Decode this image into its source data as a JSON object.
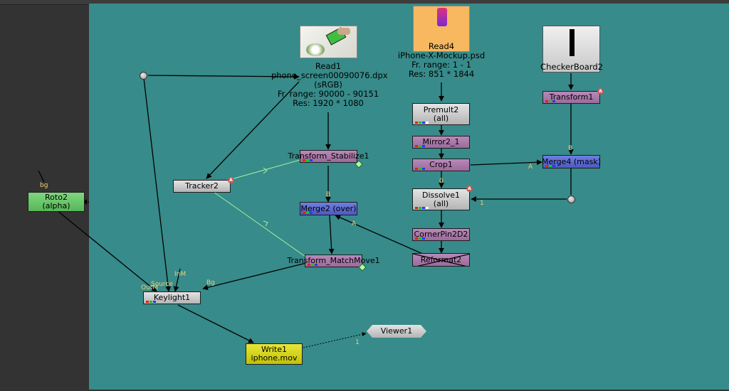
{
  "colors": {
    "graph_bg": "#378b8a",
    "panel_bg": "#333333",
    "tracker_link": "#a8f0a0"
  },
  "nodes": {
    "read1": {
      "name": "Read1",
      "file": "phone_screen00090076.dpx",
      "colorspace": "(sRGB)",
      "range": "Fr. range: 90000 - 90151",
      "res": "Res: 1920 * 1080",
      "thumb_icon": "phone-photo-thumbnail-icon"
    },
    "read4": {
      "name": "Read4",
      "file": "iPhone-X-Mockup.psd",
      "range": "Fr. range: 1 - 1",
      "res": "Res: 851 * 1844",
      "thumb_icon": "iphone-mockup-thumbnail-icon"
    },
    "checkerboard2": {
      "name": "CheckerBoard2",
      "thumb_icon": "checkerboard-thumbnail-icon"
    },
    "transform1": {
      "name": "Transform1"
    },
    "premult2": {
      "name": "Premult2",
      "sub": "(all)"
    },
    "mirror2_1": {
      "name": "Mirror2_1"
    },
    "crop1": {
      "name": "Crop1"
    },
    "merge4": {
      "name": "Merge4 (mask)"
    },
    "dissolve1": {
      "name": "Dissolve1",
      "sub": "(all)"
    },
    "cornerpin2d2": {
      "name": "CornerPin2D2"
    },
    "reformat2": {
      "name": "Reformat2"
    },
    "transform_stabilize1": {
      "name": "Transform_Stabilize1"
    },
    "tracker2": {
      "name": "Tracker2"
    },
    "merge2": {
      "name": "Merge2 (over)"
    },
    "transform_matchmove1": {
      "name": "Transform_MatchMove1"
    },
    "roto2": {
      "name": "Roto2",
      "sub": "(alpha)"
    },
    "keylight1": {
      "name": "Keylight1"
    },
    "write1": {
      "name": "Write1",
      "file": "iphone.mov"
    },
    "viewer1": {
      "name": "Viewer1"
    }
  },
  "badges": {
    "animated": "A"
  },
  "input_labels": {
    "bg": "bg",
    "b_merge2": "B",
    "a_merge2": "A",
    "b_merge4": "B",
    "a_merge4": "A",
    "dissolve_0": "0",
    "dissolve_1": "1",
    "viewer_1": "1",
    "source": "Source",
    "inm": "InM",
    "outm": "OutM",
    "keylight_bg": "Bg"
  }
}
